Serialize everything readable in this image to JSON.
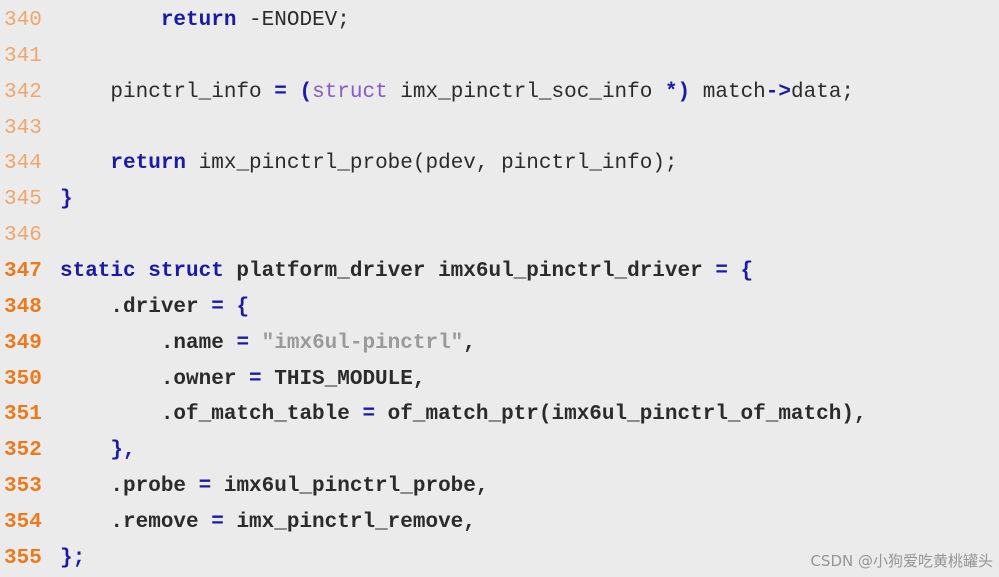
{
  "lines": [
    {
      "num": "340",
      "bold": false,
      "tokens": [
        {
          "t": "        ",
          "c": "plain"
        },
        {
          "t": "return",
          "c": "kw"
        },
        {
          "t": " -ENODEV;",
          "c": "plain"
        }
      ]
    },
    {
      "num": "341",
      "bold": false,
      "tokens": []
    },
    {
      "num": "342",
      "bold": false,
      "tokens": [
        {
          "t": "    pinctrl_info ",
          "c": "plain"
        },
        {
          "t": "=",
          "c": "op"
        },
        {
          "t": " ",
          "c": "plain"
        },
        {
          "t": "(",
          "c": "op"
        },
        {
          "t": "struct",
          "c": "kw2"
        },
        {
          "t": " imx_pinctrl_soc_info ",
          "c": "plain"
        },
        {
          "t": "*)",
          "c": "op"
        },
        {
          "t": " match",
          "c": "plain"
        },
        {
          "t": "->",
          "c": "op"
        },
        {
          "t": "data;",
          "c": "plain"
        }
      ]
    },
    {
      "num": "343",
      "bold": false,
      "tokens": []
    },
    {
      "num": "344",
      "bold": false,
      "tokens": [
        {
          "t": "    ",
          "c": "plain"
        },
        {
          "t": "return",
          "c": "kw"
        },
        {
          "t": " imx_pinctrl_probe(pdev, pinctrl_info);",
          "c": "plain"
        }
      ]
    },
    {
      "num": "345",
      "bold": false,
      "tokens": [
        {
          "t": "}",
          "c": "op"
        }
      ]
    },
    {
      "num": "346",
      "bold": false,
      "tokens": []
    },
    {
      "num": "347",
      "bold": true,
      "tokens": [
        {
          "t": "static struct",
          "c": "kw"
        },
        {
          "t": " platform_driver imx6ul_pinctrl_driver ",
          "c": "plain"
        },
        {
          "t": "= {",
          "c": "op"
        }
      ]
    },
    {
      "num": "348",
      "bold": true,
      "tokens": [
        {
          "t": "    .driver ",
          "c": "plain"
        },
        {
          "t": "= {",
          "c": "op"
        }
      ]
    },
    {
      "num": "349",
      "bold": true,
      "tokens": [
        {
          "t": "        .name ",
          "c": "plain"
        },
        {
          "t": "=",
          "c": "op"
        },
        {
          "t": " ",
          "c": "plain"
        },
        {
          "t": "\"imx6ul-pinctrl\"",
          "c": "str"
        },
        {
          "t": ",",
          "c": "plain"
        }
      ]
    },
    {
      "num": "350",
      "bold": true,
      "tokens": [
        {
          "t": "        .owner ",
          "c": "plain"
        },
        {
          "t": "=",
          "c": "op"
        },
        {
          "t": " THIS_MODULE,",
          "c": "plain"
        }
      ]
    },
    {
      "num": "351",
      "bold": true,
      "tokens": [
        {
          "t": "        .of_match_table ",
          "c": "plain"
        },
        {
          "t": "=",
          "c": "op"
        },
        {
          "t": " of_match_ptr(imx6ul_pinctrl_of_match),",
          "c": "plain"
        }
      ]
    },
    {
      "num": "352",
      "bold": true,
      "tokens": [
        {
          "t": "    },",
          "c": "op"
        }
      ]
    },
    {
      "num": "353",
      "bold": true,
      "tokens": [
        {
          "t": "    .probe ",
          "c": "plain"
        },
        {
          "t": "=",
          "c": "op"
        },
        {
          "t": " imx6ul_pinctrl_probe,",
          "c": "plain"
        }
      ]
    },
    {
      "num": "354",
      "bold": true,
      "tokens": [
        {
          "t": "    .remove ",
          "c": "plain"
        },
        {
          "t": "=",
          "c": "op"
        },
        {
          "t": " imx_pinctrl_remove,",
          "c": "plain"
        }
      ]
    },
    {
      "num": "355",
      "bold": true,
      "tokens": [
        {
          "t": "};",
          "c": "op"
        }
      ]
    }
  ],
  "watermark": "CSDN @小狗爱吃黄桃罐头"
}
